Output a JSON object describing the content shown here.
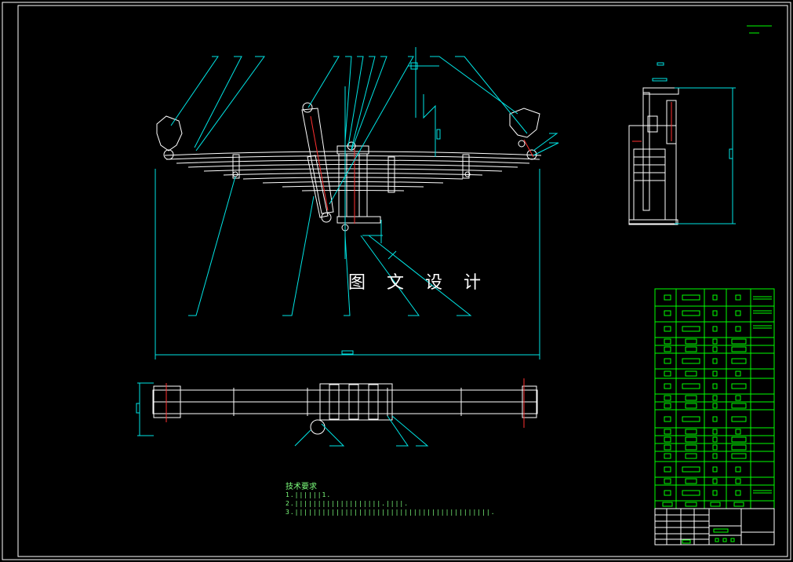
{
  "watermark": "图 文 设 计",
  "technical_requirements": {
    "title": "技术要求",
    "lines": [
      "1.||||||1.",
      "2.|||||||||||||||||||.||||.",
      "3.|||||||||||||||||||||||||||||||||||||||||||."
    ]
  },
  "colors": {
    "background": "#000000",
    "geometry": "#ffffff",
    "leader": "#00e5e5",
    "table": "#00ff00",
    "centerline": "#ff3030"
  }
}
